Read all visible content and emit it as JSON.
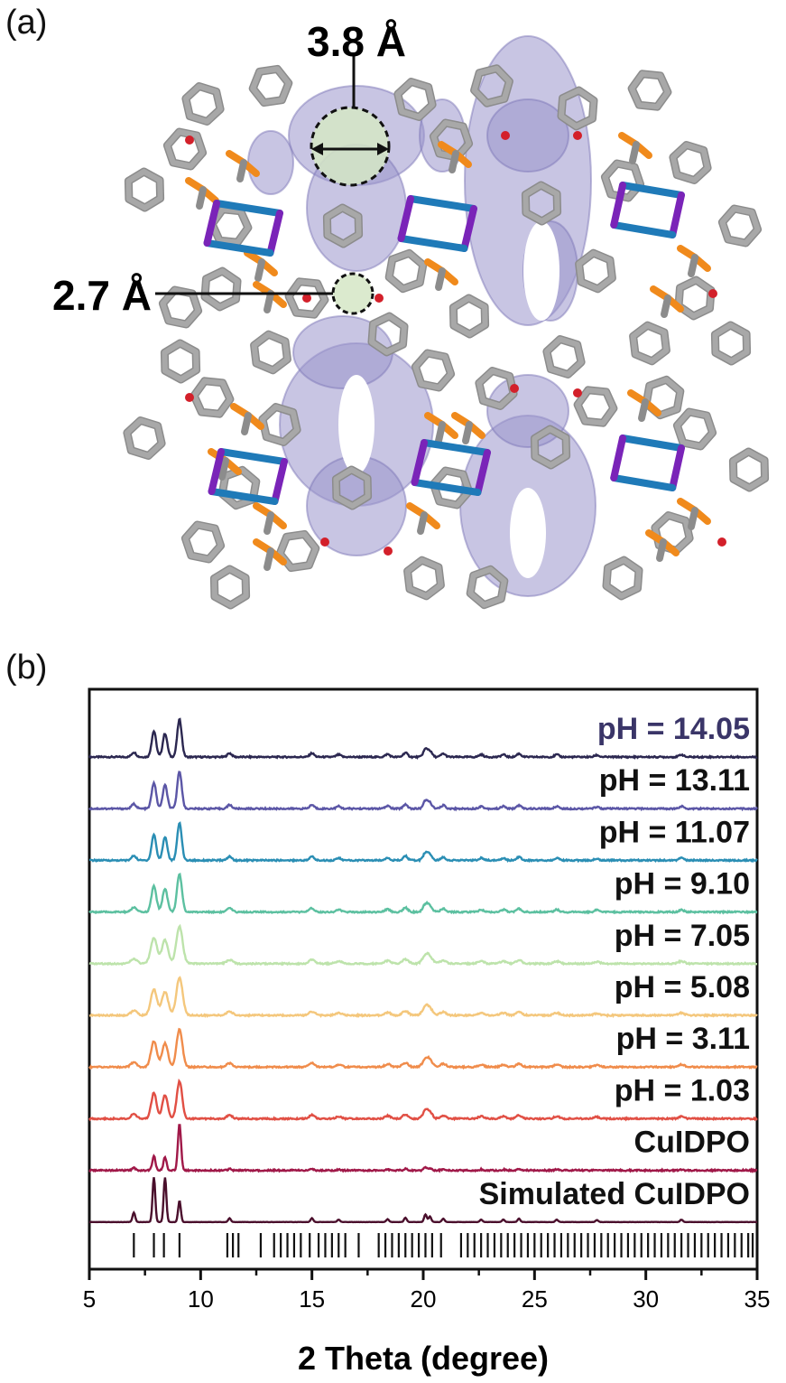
{
  "panels": {
    "a": "(a)",
    "b": "(b)"
  },
  "structure": {
    "pore_labels": [
      "3.8 Å",
      "2.7 Å"
    ],
    "colors": {
      "void": "#9a96cc",
      "pore": "#d5e6c6",
      "carbon": "#a8a8a8",
      "phosphorus": "#f08a1c",
      "copper": "#1f7ab8",
      "iodine": "#7a24b8",
      "oxygen": "#d3202a"
    }
  },
  "chart_data": {
    "type": "line",
    "xlabel": "2 Theta (degree)",
    "ylabel": "",
    "xlim": [
      5,
      35
    ],
    "xticks": [
      5,
      10,
      15,
      20,
      25,
      30,
      35
    ],
    "peaks": [
      {
        "x": 7.0,
        "h": 0.1
      },
      {
        "x": 7.9,
        "h": 0.55
      },
      {
        "x": 8.4,
        "h": 0.5
      },
      {
        "x": 9.05,
        "h": 0.8
      },
      {
        "x": 11.3,
        "h": 0.08
      },
      {
        "x": 15.0,
        "h": 0.08
      },
      {
        "x": 16.2,
        "h": 0.05
      },
      {
        "x": 18.4,
        "h": 0.06
      },
      {
        "x": 19.2,
        "h": 0.09
      },
      {
        "x": 20.1,
        "h": 0.16
      },
      {
        "x": 20.3,
        "h": 0.12
      },
      {
        "x": 20.9,
        "h": 0.07
      },
      {
        "x": 22.6,
        "h": 0.05
      },
      {
        "x": 23.6,
        "h": 0.05
      },
      {
        "x": 24.3,
        "h": 0.07
      },
      {
        "x": 26.0,
        "h": 0.05
      },
      {
        "x": 27.8,
        "h": 0.04
      },
      {
        "x": 31.6,
        "h": 0.05
      }
    ],
    "series": [
      {
        "name": "pH = 14.05",
        "color": "#2b2750",
        "width": 0.1
      },
      {
        "name": "pH = 13.11",
        "color": "#5b56a6",
        "width": 0.1
      },
      {
        "name": "pH = 11.07",
        "color": "#2a8eb4",
        "width": 0.1
      },
      {
        "name": "pH = 9.10",
        "color": "#5cc0a0",
        "width": 0.11
      },
      {
        "name": "pH = 7.05",
        "color": "#bde3ab",
        "width": 0.14
      },
      {
        "name": "pH = 5.08",
        "color": "#f4c77c",
        "width": 0.14
      },
      {
        "name": "pH = 3.11",
        "color": "#f08c4b",
        "width": 0.13
      },
      {
        "name": "pH = 1.03",
        "color": "#e14f44",
        "width": 0.12
      },
      {
        "name": "CuIDPO",
        "color": "#a01848",
        "width": 0.07
      },
      {
        "name": "Simulated CuIDPO",
        "color": "#4a0f2c",
        "width": 0.06
      }
    ],
    "reflections": [
      7.0,
      7.9,
      8.35,
      9.05,
      11.2,
      11.45,
      11.7,
      12.7,
      13.3,
      13.6,
      13.9,
      14.2,
      14.5,
      14.9,
      15.3,
      15.6,
      15.9,
      16.2,
      16.5,
      17.1,
      18.0,
      18.3,
      18.6,
      18.9,
      19.2,
      19.5,
      19.8,
      20.1,
      20.4,
      20.8,
      21.7,
      22.0,
      22.3,
      22.6,
      22.9,
      23.2,
      23.5,
      23.8,
      24.1,
      24.4,
      24.7,
      25.0,
      25.3,
      25.6,
      25.9,
      26.2,
      26.5,
      26.8,
      27.1,
      27.4,
      27.7,
      28.0,
      28.3,
      28.6,
      28.9,
      29.2,
      29.5,
      29.8,
      30.1,
      30.4,
      30.7,
      31.0,
      31.3,
      31.6,
      31.9,
      32.2,
      32.5,
      32.8,
      33.1,
      33.4,
      33.7,
      34.0,
      34.3,
      34.6,
      34.8
    ]
  }
}
